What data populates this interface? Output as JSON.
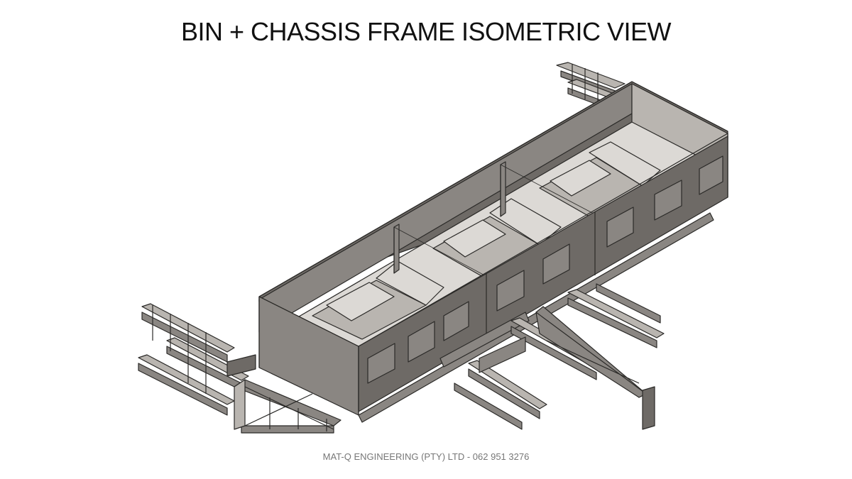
{
  "title": "BIN + CHASSIS FRAME ISOMETRIC VIEW",
  "footer": "MAT-Q ENGINEERING (PTY) LTD - 062 951 3276",
  "colors": {
    "background": "#ffffff",
    "title": "#111111",
    "footer": "#777777",
    "steel_dark": "#6e6a66",
    "steel_mid": "#8a8682",
    "steel_light": "#b9b5b0",
    "steel_plate": "#dcd9d5",
    "outline": "#2b2a28"
  },
  "drawing": {
    "bins": 3,
    "description_icon": "isometric-bin-chassis-drawing"
  }
}
